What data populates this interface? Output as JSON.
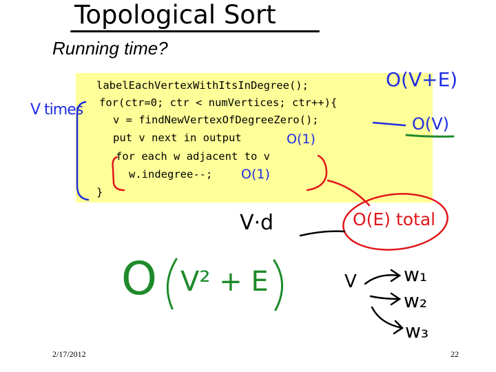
{
  "slide": {
    "handwritten_title": "Topological Sort",
    "subtitle": "Running time?"
  },
  "code": {
    "lines": [
      "labelEachVertexWithItsInDegree();",
      "for(ctr=0; ctr < numVertices; ctr++){",
      "v = findNewVertexOfDegreeZero();",
      "put v next in output",
      "for each w adjacent to v",
      "w.indegree--;",
      "}"
    ]
  },
  "annotations": {
    "o_v_plus_e": "O(V+E)",
    "v_times": "V times",
    "o_v": "O(V)",
    "o_1_put": "O(1)",
    "o_1_indegree": "O(1)",
    "v_d": "V·d",
    "o_e_total": "O(E) total",
    "big_o": "O",
    "big_o_inner": "V² + E",
    "graph_v": "V",
    "graph_w1": "w₁",
    "graph_w2": "w₂",
    "graph_w3": "w₃"
  },
  "colors": {
    "code_background": "#ffff99",
    "blue_ink": "#1f2de0",
    "green_ink": "#1e8a2a",
    "red_ink": "#e0161b",
    "black_ink": "#000000"
  },
  "footer": {
    "date": "2/17/2012",
    "page": "22"
  }
}
